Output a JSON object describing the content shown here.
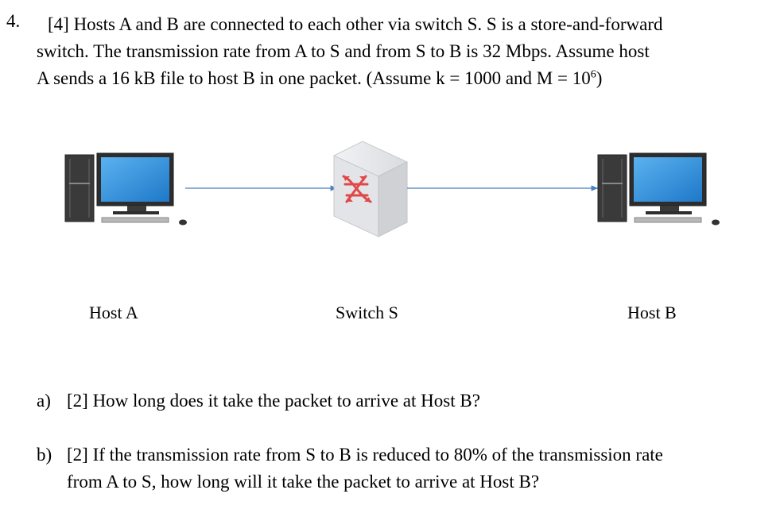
{
  "question": {
    "number": "4.",
    "line1": "[4] Hosts A and B are connected to each other via switch S. S is a store-and-forward",
    "line2": "switch. The transmission rate from A to S and from S to B is 32 Mbps. Assume host",
    "line3_pre": "A sends a 16 kB file to host B in one packet. (Assume k = 1000 and M = ",
    "line3_base": "10",
    "line3_exp": "6",
    "line3_post": ")"
  },
  "figure": {
    "host_a_label": "Host A",
    "switch_label": "Switch S",
    "host_b_label": "Host B",
    "colors": {
      "monitor_screen": "#2a8ad8",
      "tower": "#3a3a3a",
      "link": "#4a7fc0",
      "switch_arrows": "#e04848"
    }
  },
  "parts": {
    "a_letter": "a)",
    "a_text": "[2] How long does it take the packet to arrive at Host B?",
    "b_letter": "b)",
    "b_line1": "[2] If the transmission rate from S to B is reduced to 80% of the transmission rate",
    "b_line2": "from A to S, how long will it take the packet to arrive at Host B?"
  }
}
